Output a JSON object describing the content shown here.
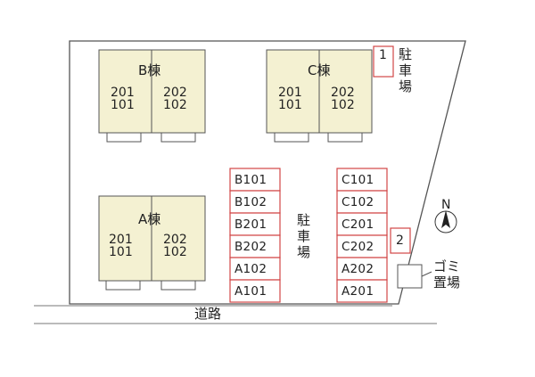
{
  "buildings": {
    "b": {
      "name": "B棟",
      "unit_left_top": "201",
      "unit_left_bottom": "101",
      "unit_right_top": "202",
      "unit_right_bottom": "102"
    },
    "c": {
      "name": "C棟",
      "unit_left_top": "201",
      "unit_left_bottom": "101",
      "unit_right_top": "202",
      "unit_right_bottom": "102"
    },
    "a": {
      "name": "A棟",
      "unit_left_top": "201",
      "unit_left_bottom": "101",
      "unit_right_top": "202",
      "unit_right_bottom": "102"
    }
  },
  "parking": {
    "label_chars": [
      "駐",
      "車",
      "場"
    ],
    "b_column": [
      "B101",
      "B102",
      "B201",
      "B202",
      "A102",
      "A101"
    ],
    "c_column": [
      "C101",
      "C102",
      "C201",
      "C202",
      "A202",
      "A201"
    ],
    "visitor_1": "1",
    "visitor_2": "2",
    "top_label_chars": [
      "駐",
      "車",
      "場"
    ]
  },
  "garbage": {
    "line1": "ゴミ",
    "line2": "置場"
  },
  "compass": {
    "north": "N"
  },
  "road": {
    "label": "道路"
  },
  "colors": {
    "slot_border": "#d14545",
    "building_fill": "#f4f1d2",
    "outline": "#555555"
  }
}
